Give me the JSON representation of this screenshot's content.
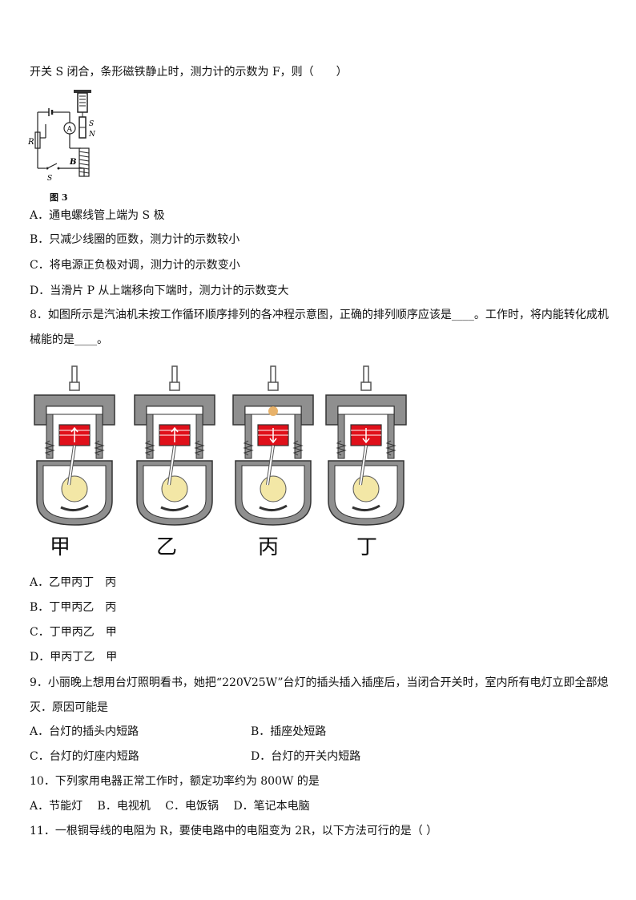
{
  "q7": {
    "stem": "开关 S 闭合，条形磁铁静止时，测力计的示数为 F，则（　　）",
    "figure": {
      "caption": "图 3",
      "labels": {
        "ammeter": "A",
        "magnet_s": "S",
        "magnet_n": "N",
        "rheostat": "R",
        "coil": "B",
        "switch": "S"
      }
    },
    "options": [
      "A．通电螺线管上端为 S 极",
      "B．只减少线圈的匝数，测力计的示数较小",
      "C．将电源正负极对调，测力计的示数变小",
      "D．当滑片 P 从上端移向下端时，测力计的示数变大"
    ]
  },
  "q8": {
    "line1": "8．如图所示是汽油机未按工作循环顺序排列的各冲程示意图，正确的排列顺序应该是____。工作时，将内能转化成机",
    "line2": "械能的是____。",
    "engines": [
      "甲",
      "乙",
      "丙",
      "丁"
    ],
    "options": [
      "A．乙甲丙丁　丙",
      "B．丁甲丙乙　丙",
      "C．丁甲丙乙　甲",
      "D．甲丙丁乙　甲"
    ]
  },
  "q9": {
    "line1": "9．小丽晚上想用台灯照明看书，她把“220V25W”台灯的插头插入插座后，当闭合开关时，室内所有电灯立即全部熄",
    "line2": "灭．原因可能是",
    "options": [
      "A．台灯的插头内短路",
      "B．插座处短路",
      "C．台灯的灯座内短路",
      "D．台灯的开关内短路"
    ]
  },
  "q10": {
    "stem": "10．下列家用电器正常工作时，额定功率约为 800W 的是",
    "options": "A．节能灯　 B．电视机　 C．电饭锅　 D．笔记本电脑"
  },
  "q11": {
    "stem": "11．一根铜导线的电阻为 R，要使电路中的电阻变为 2R，以下方法可行的是（  ）"
  }
}
